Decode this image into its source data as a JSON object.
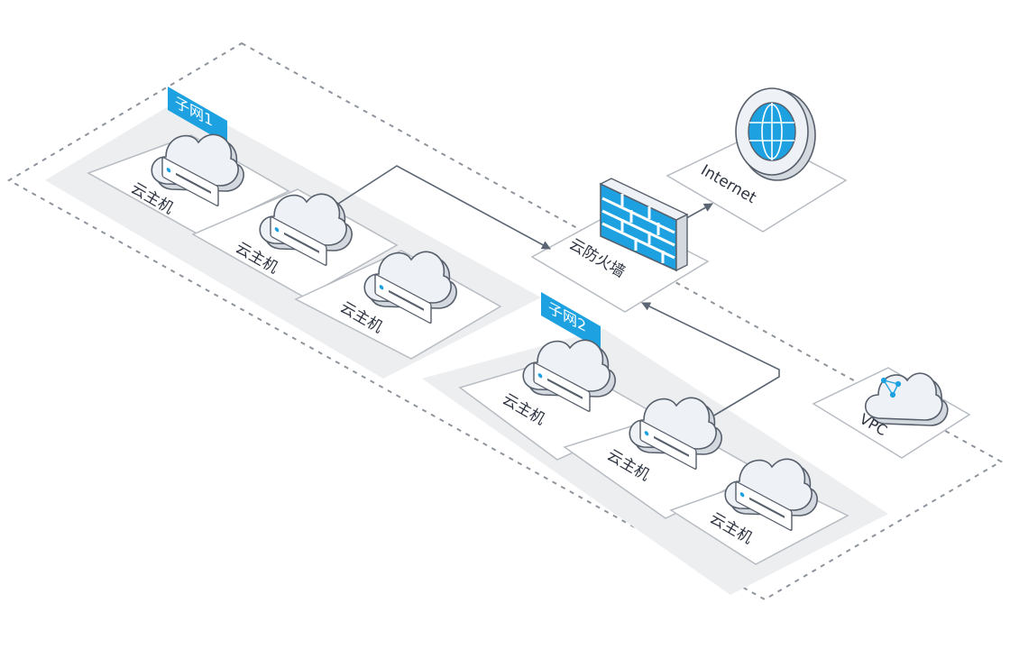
{
  "vpc": {
    "label": "VPC"
  },
  "subnets": [
    {
      "tag": "子网1",
      "hosts": [
        "云主机",
        "云主机",
        "云主机"
      ]
    },
    {
      "tag": "子网2",
      "hosts": [
        "云主机",
        "云主机",
        "云主机"
      ]
    }
  ],
  "firewall": {
    "label": "云防火墙"
  },
  "internet": {
    "label": "Internet"
  },
  "colors": {
    "accent": "#1da1e0",
    "line": "#5b6573",
    "tile": "#ecedef",
    "cloud_fill": "#eef1f5",
    "cloud_stroke": "#565f6b"
  }
}
